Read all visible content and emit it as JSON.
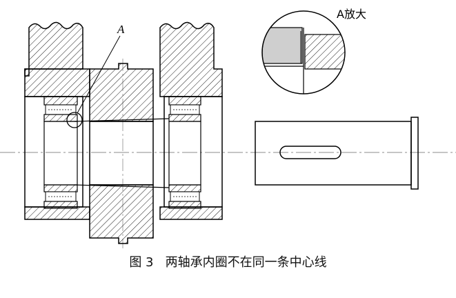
{
  "labels": {
    "detail_marker": "A",
    "detail_view_title": "A放大"
  },
  "caption": {
    "figure_number": "图 3",
    "title": "两轴承内圈不在同一条中心线"
  },
  "colors": {
    "line": "#000000",
    "fill_grey": "#cfcfcf",
    "background": "#ffffff"
  }
}
